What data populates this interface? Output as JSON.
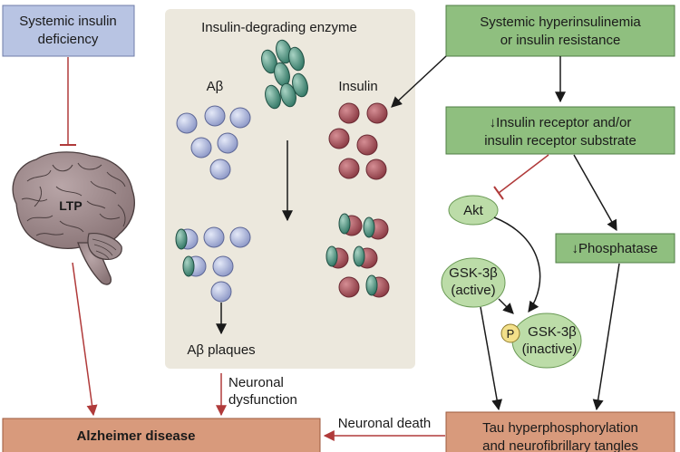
{
  "boxes": {
    "insulin_deficiency": [
      "Systemic insulin",
      "deficiency"
    ],
    "hyperinsulinemia": [
      "Systemic hyperinsulinemia",
      "or insulin resistance"
    ],
    "receptor": [
      "↓Insulin receptor and/or",
      "insulin receptor substrate"
    ],
    "phosphatase": "↓Phosphatase",
    "alzheimer": "Alzheimer disease",
    "tau": [
      "Tau hyperphosphorylation",
      "and neurofibrillary tangles"
    ]
  },
  "panel": {
    "title": "Insulin-degrading enzyme",
    "abeta": "Aβ",
    "insulin": "Insulin",
    "plaques": "Aβ plaques"
  },
  "brain": {
    "label": "LTP"
  },
  "nodes": {
    "akt": "Akt",
    "gsk_active": [
      "GSK-3β",
      "(active)"
    ],
    "gsk_inactive": [
      "GSK-3β",
      "(inactive)"
    ],
    "phospho": "P"
  },
  "edges": {
    "neuronal_dysfunction": [
      "Neuronal",
      "dysfunction"
    ],
    "neuronal_death": "Neuronal death"
  },
  "colors": {
    "blue_box": "#b8c4e3",
    "green_box": "#8fbf7f",
    "panel_bg": "#ece8dd",
    "bottom_box": "#d89a7c",
    "abeta_ball": "#aab4dd",
    "insulin_ball": "#a04d55",
    "ide_ball": "#3f8a76",
    "node_green": "#bcdca8",
    "brain": "#a08c8e",
    "inhibit_red": "#b03a3a",
    "phospho_yellow": "#f3e08a"
  }
}
